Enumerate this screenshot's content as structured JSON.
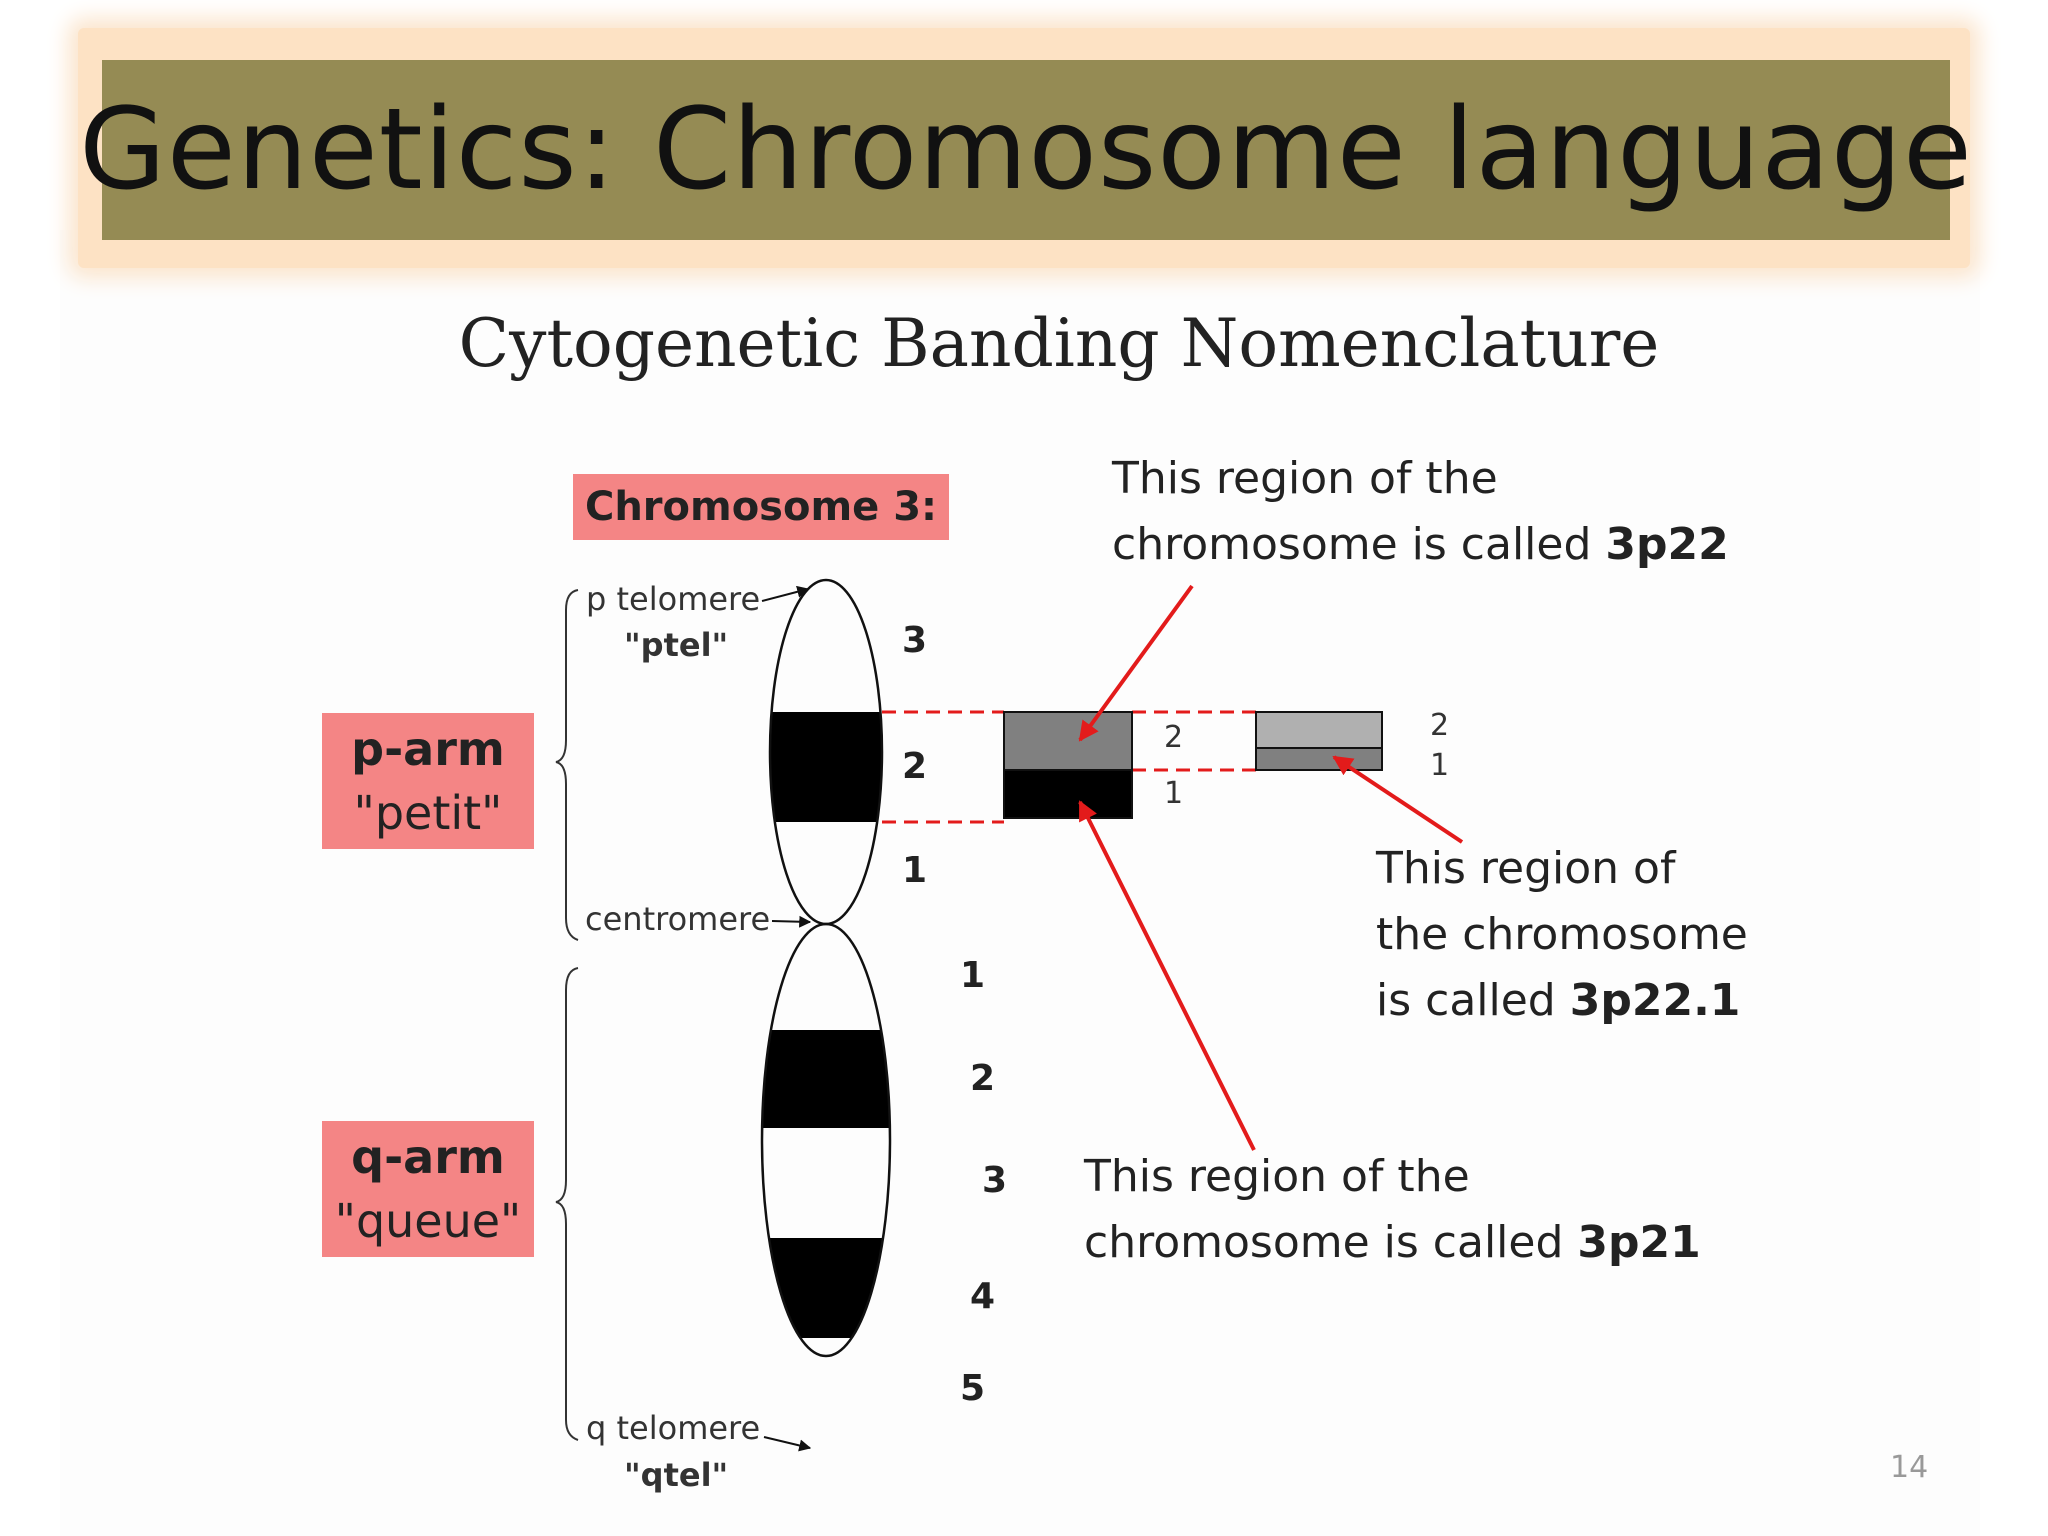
{
  "title": "Genetics: Chromosome language",
  "subtitle": "Cytogenetic Banding Nomenclature",
  "chromosome_label": "Chromosome 3:",
  "p_arm": {
    "name": "p-arm",
    "meaning": "\"petit\""
  },
  "q_arm": {
    "name": "q-arm",
    "meaning": "\"queue\""
  },
  "p_telomere": {
    "label": "p telomere",
    "abbr": "\"ptel\""
  },
  "q_telomere": {
    "label": "q telomere",
    "abbr": "\"qtel\""
  },
  "centromere_label": "centromere",
  "p_band_numbers": [
    "3",
    "2",
    "1"
  ],
  "q_band_numbers": [
    "1",
    "2",
    "3",
    "4",
    "5"
  ],
  "sub_band_numbers": [
    "2",
    "1"
  ],
  "subsub_band_numbers": [
    "2",
    "1"
  ],
  "annotations": {
    "a3p22": {
      "line1": "This region of the",
      "line2": "chromosome is called ",
      "code": "3p22"
    },
    "a3p22_1": {
      "line1": "This region of",
      "line2": "the chromosome",
      "line3": "is called ",
      "code": "3p22.1"
    },
    "a3p21": {
      "line1": "This region of the",
      "line2": "chromosome is called ",
      "code": "3p21"
    }
  },
  "page_number": "14",
  "colors": {
    "title_bar": "#958b54",
    "title_glow": "#fde2c4",
    "label_box": "#f48585",
    "arrow": "#e31b1b",
    "dashes": "#e31b1b"
  }
}
